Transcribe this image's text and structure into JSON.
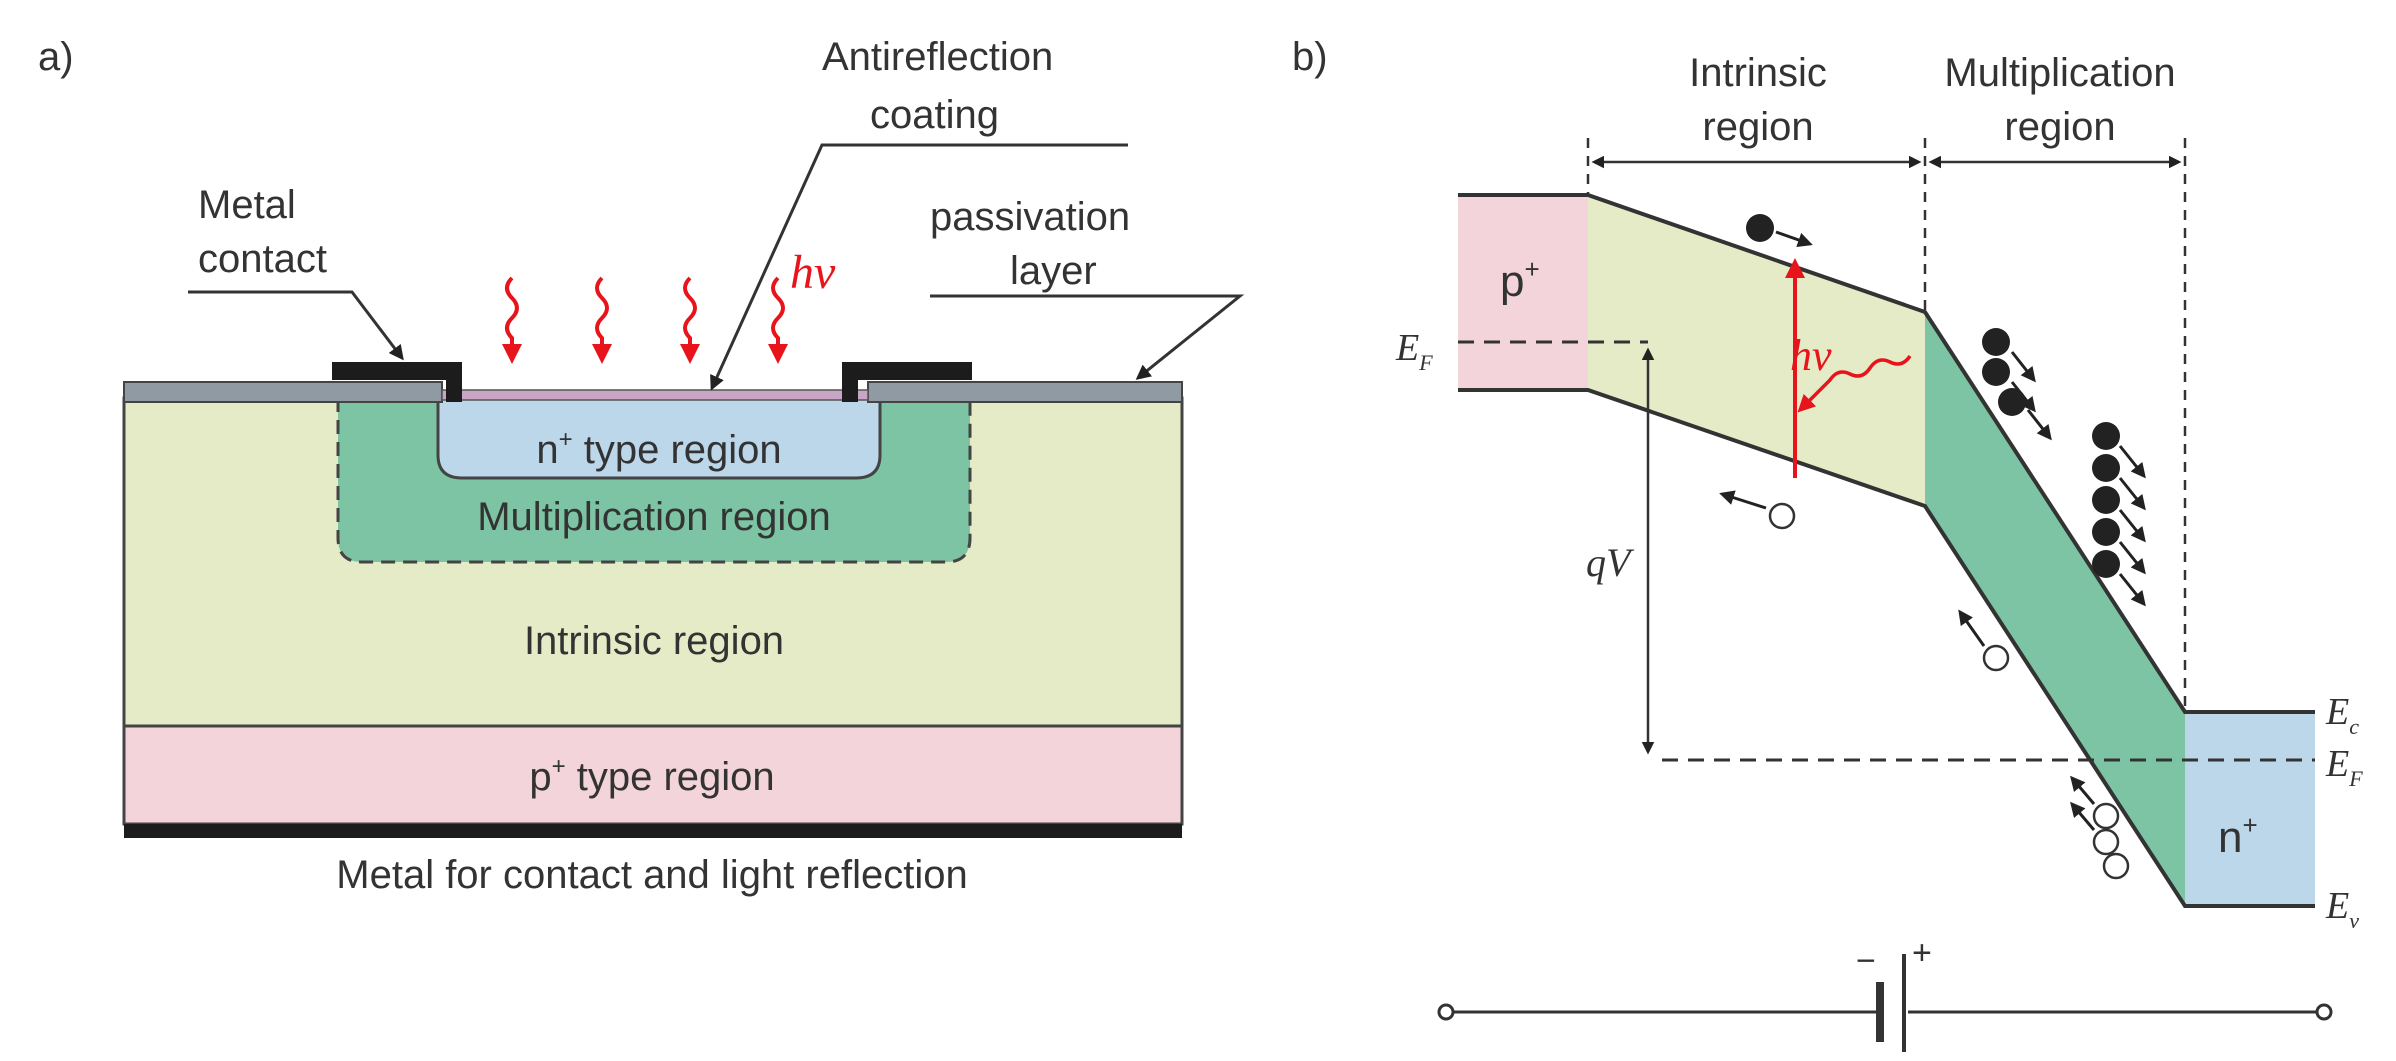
{
  "panel_a": {
    "label": "a)",
    "antireflection": [
      "Antireflection",
      "coating"
    ],
    "metal_contact": [
      "Metal",
      "contact"
    ],
    "passivation": [
      "passivation",
      "layer"
    ],
    "hv": "hν",
    "n_region": {
      "prefix": "n",
      "sup": "+",
      "rest": " type region"
    },
    "multiplication": "Multiplication region",
    "intrinsic": "Intrinsic region",
    "p_region": {
      "prefix": "p",
      "sup": "+",
      "rest": " type region"
    },
    "metal_bottom": "Metal for contact and light reflection"
  },
  "panel_b": {
    "label": "b)",
    "intrinsic": [
      "Intrinsic",
      "region"
    ],
    "multiplication": [
      "Multiplication",
      "region"
    ],
    "p_plus": {
      "base": "p",
      "sup": "+"
    },
    "n_plus": {
      "base": "n",
      "sup": "+"
    },
    "ef_left": {
      "base": "E",
      "sub": "F"
    },
    "ec": {
      "base": "E",
      "sub": "c"
    },
    "ef_right": {
      "base": "E",
      "sub": "F"
    },
    "ev": {
      "base": "E",
      "sub": "v"
    },
    "hv": "hν",
    "qv": "qV",
    "battery_minus": "−",
    "battery_plus": "+"
  },
  "colors": {
    "intrinsic": "#e6ebc7",
    "multiplication": "#7cc4a3",
    "n_region": "#bcd6ea",
    "p_region": "#f3d4da",
    "passivation": "#8f9aa3",
    "antireflection": "#c9a6c6",
    "metal": "#1c1c1c",
    "photon": "#e8141b",
    "line": "#333333"
  }
}
